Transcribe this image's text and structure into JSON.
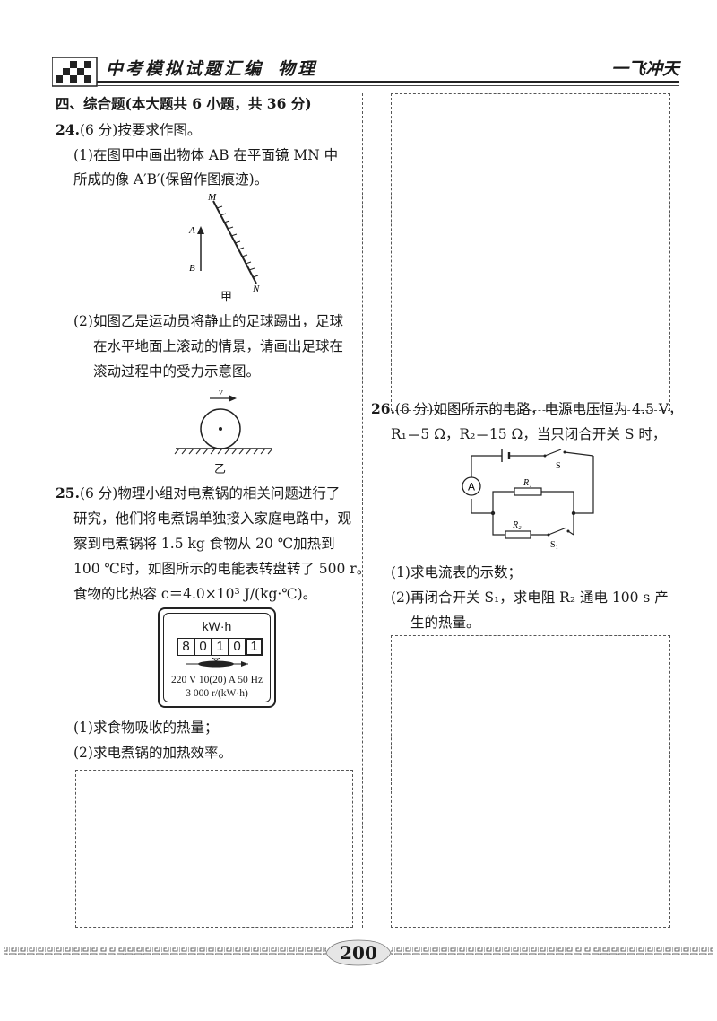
{
  "header": {
    "title": "中考模拟试题汇编",
    "subject": "物理",
    "brand": "一飞冲天"
  },
  "section": {
    "title": "四、综合题(本大题共 6 小题，共 36 分)"
  },
  "q24": {
    "number": "24.",
    "stem": "(6 分)按要求作图。",
    "p1_line1": "(1)在图甲中画出物体 AB 在平面镜 MN 中",
    "p1_line2": "所成的像 A′B′(保留作图痕迹)。",
    "fig_labels": {
      "m": "M",
      "n": "N",
      "a": "A",
      "b": "B",
      "caption": "甲"
    },
    "p2_line1": "(2)如图乙是运动员将静止的足球踢出，足球",
    "p2_line2": "在水平地面上滚动的情景，请画出足球在",
    "p2_line3": "滚动过程中的受力示意图。",
    "fig2_labels": {
      "v": "v",
      "caption": "乙"
    }
  },
  "q25": {
    "number": "25.",
    "line1": "(6 分)物理小组对电煮锅的相关问题进行了",
    "line2": "研究，他们将电煮锅单独接入家庭电路中，观",
    "line3": "察到电煮锅将 1.5 kg 食物从 20 ℃加热到",
    "line4": "100 ℃时，如图所示的电能表转盘转了 500 r。",
    "line5": "食物的比热容 c＝4.0×10³ J/(kg·℃)。",
    "meter": {
      "unit": "kW·h",
      "digits": [
        "8",
        "0",
        "1",
        "0",
        "1"
      ],
      "spec1": "220 V  10(20) A  50 Hz",
      "spec2": "3 000 r/(kW·h)"
    },
    "ask1": "(1)求食物吸收的热量；",
    "ask2": "(2)求电煮锅的加热效率。"
  },
  "q26": {
    "number": "26.",
    "line1": "(6 分)如图所示的电路，电源电压恒为 4.5 V，",
    "line2": "R₁＝5 Ω，R₂＝15 Ω，当只闭合开关 S 时，",
    "circuit_labels": {
      "ammeter": "A",
      "s": "S",
      "r1": "R₁",
      "r2": "R₂",
      "s1": "S₁"
    },
    "ask1": "(1)求电流表的示数；",
    "ask2_line1": "(2)再闭合开关 S₁，求电阻 R₂ 通电 100 s 产",
    "ask2_line2": "生的热量。"
  },
  "footer": {
    "page_number": "200"
  }
}
